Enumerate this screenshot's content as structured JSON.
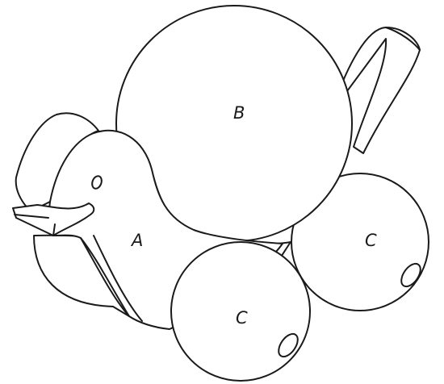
{
  "diagram": {
    "labels": {
      "body": "A",
      "top_ball": "B",
      "front_wheel": "C",
      "rear_wheel": "C"
    },
    "colors": {
      "stroke": "#1a1a1a",
      "background": "#ffffff"
    }
  }
}
